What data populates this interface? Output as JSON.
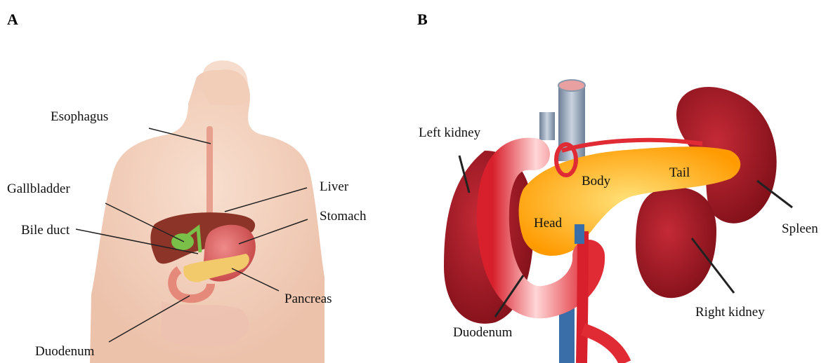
{
  "panels": {
    "a": {
      "letter": "A",
      "labels": {
        "esophagus": "Esophagus",
        "gallbladder": "Gallbladder",
        "bile_duct": "Bile duct",
        "liver": "Liver",
        "stomach": "Stomach",
        "pancreas": "Pancreas",
        "duodenum": "Duodenum"
      }
    },
    "b": {
      "letter": "B",
      "labels": {
        "left_kidney": "Left kidney",
        "body": "Body",
        "tail": "Tail",
        "head": "Head",
        "spleen": "Spleen",
        "right_kidney": "Right kidney",
        "duodenum": "Duodenum"
      }
    }
  },
  "colors": {
    "skin": "#f4cdb6",
    "liver": "#9b3a2e",
    "stomach": "#e46a6a",
    "pancreas": "#f2c96b",
    "gallbladder": "#7bbf4a",
    "kidney": "#b81e2a",
    "duodenum": "#e8323a",
    "pancreas_b": "#ffb300",
    "vessel_blue": "#3a6ea8",
    "leader_line": "#222222"
  }
}
